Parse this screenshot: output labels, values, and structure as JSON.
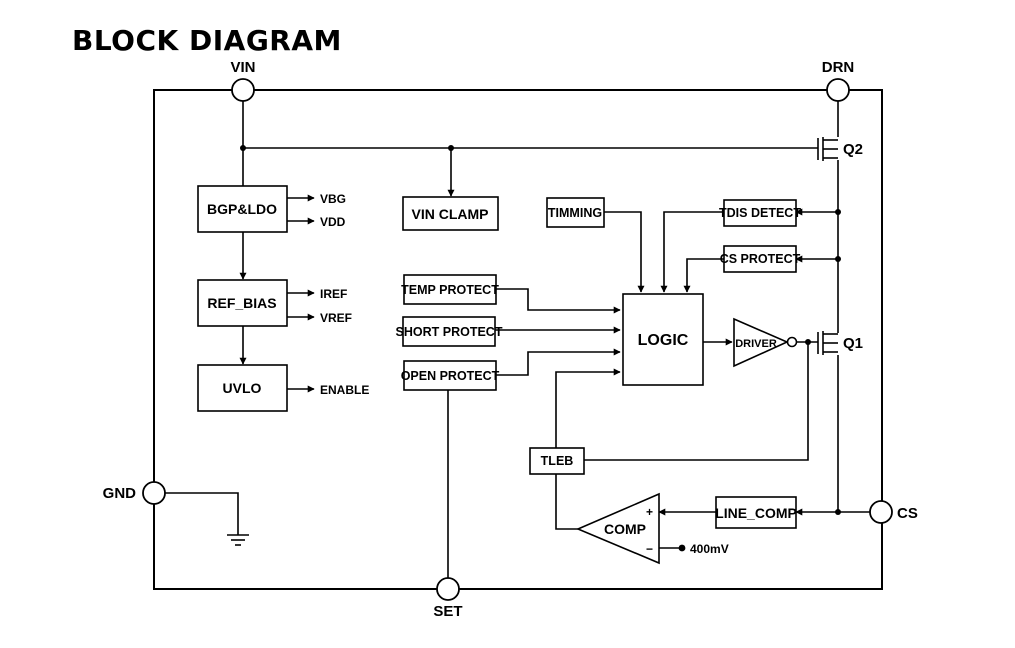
{
  "title": "BLOCK DIAGRAM",
  "pins": {
    "vin": "VIN",
    "drn": "DRN",
    "gnd": "GND",
    "cs": "CS",
    "set": "SET"
  },
  "blocks": {
    "bgp_ldo": "BGP&LDO",
    "ref_bias": "REF_BIAS",
    "uvlo": "UVLO",
    "vin_clamp": "VIN CLAMP",
    "timming": "TIMMING",
    "tdis_detect": "TDIS DETECT",
    "cs_protect": "CS PROTECT",
    "temp_protect": "TEMP PROTECT",
    "short_protect": "SHORT PROTECT",
    "open_protect": "OPEN PROTECT",
    "logic": "LOGIC",
    "driver": "DRIVER",
    "tleb": "TLEB",
    "comp": "COMP",
    "line_comp": "LINE_COMP"
  },
  "signals": {
    "vbg": "VBG",
    "vdd": "VDD",
    "iref": "IREF",
    "vref": "VREF",
    "enable": "ENABLE",
    "q1": "Q1",
    "q2": "Q2",
    "vref_400": "400mV",
    "plus": "+",
    "minus": "−"
  }
}
